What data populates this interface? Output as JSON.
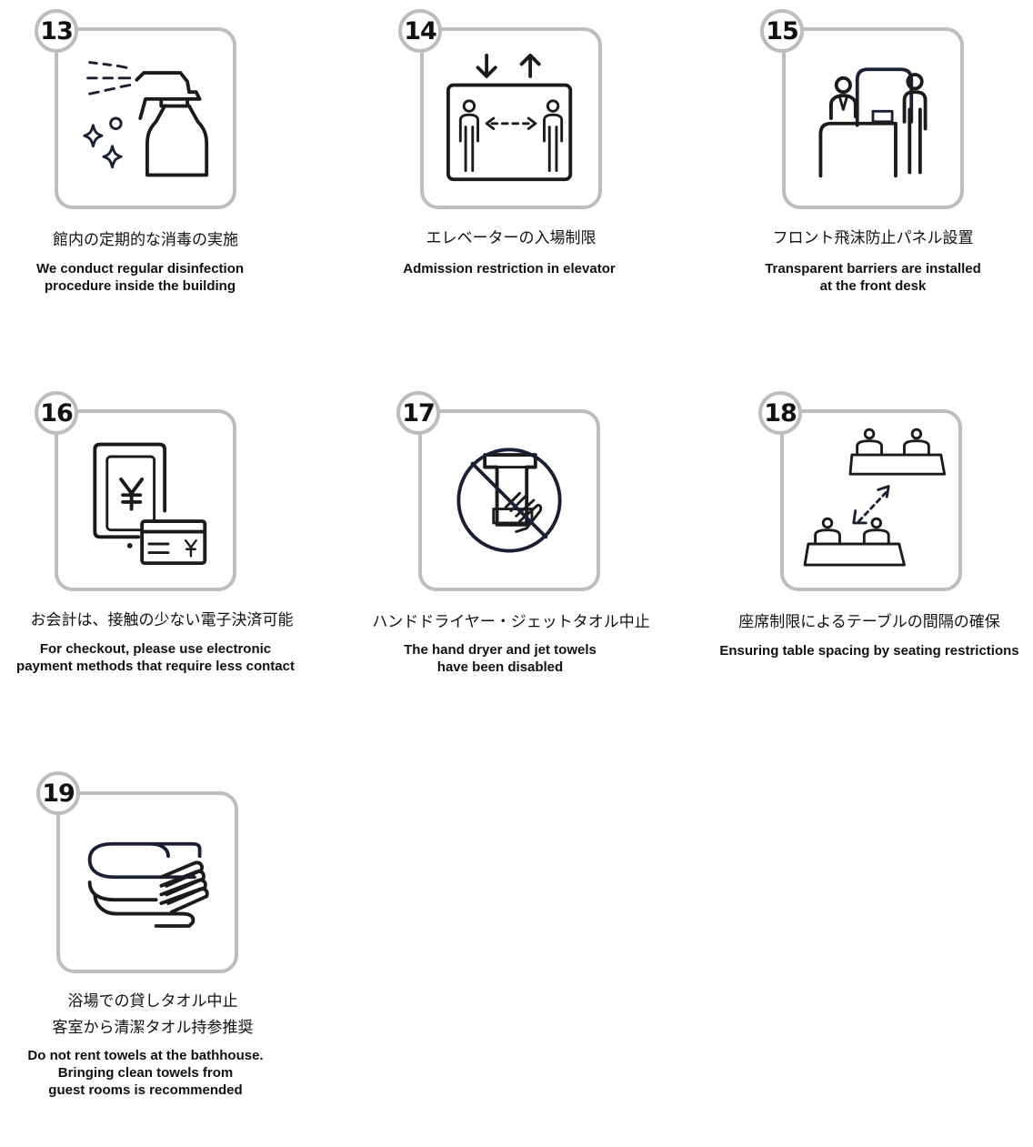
{
  "items": [
    {
      "number": "13",
      "title_jp": [
        "館内の定期的な消毒の実施"
      ],
      "desc_en": [
        "We conduct regular disinfection",
        "procedure inside the building"
      ],
      "icon": "spray-bottle-icon"
    },
    {
      "number": "14",
      "title_jp": [
        "エレベーターの入場制限"
      ],
      "desc_en": [
        "Admission restriction in elevator"
      ],
      "icon": "elevator-distance-icon"
    },
    {
      "number": "15",
      "title_jp": [
        "フロント飛沫防止パネル設置"
      ],
      "desc_en": [
        "Transparent barriers are installed",
        "at the front desk"
      ],
      "icon": "front-desk-barrier-icon"
    },
    {
      "number": "16",
      "title_jp": [
        "お会計は、接触の少ない電子決済可能"
      ],
      "desc_en": [
        "For checkout, please use electronic",
        "payment methods that require less contact"
      ],
      "icon": "electronic-payment-icon"
    },
    {
      "number": "17",
      "title_jp": [
        "ハンドドライヤー・ジェットタオル中止"
      ],
      "desc_en": [
        "The hand dryer and jet towels",
        "have been disabled"
      ],
      "icon": "no-hand-dryer-icon"
    },
    {
      "number": "18",
      "title_jp": [
        "座席制限によるテーブルの間隔の確保"
      ],
      "desc_en": [
        "Ensuring table spacing by seating restrictions"
      ],
      "icon": "table-spacing-icon"
    },
    {
      "number": "19",
      "title_jp": [
        "浴場での貸しタオル中止",
        "客室から清潔タオル持参推奨"
      ],
      "desc_en": [
        "Do not rent towels at the bathhouse.",
        "Bringing clean towels from",
        "guest rooms is recommended"
      ],
      "icon": "folded-towels-icon"
    }
  ]
}
